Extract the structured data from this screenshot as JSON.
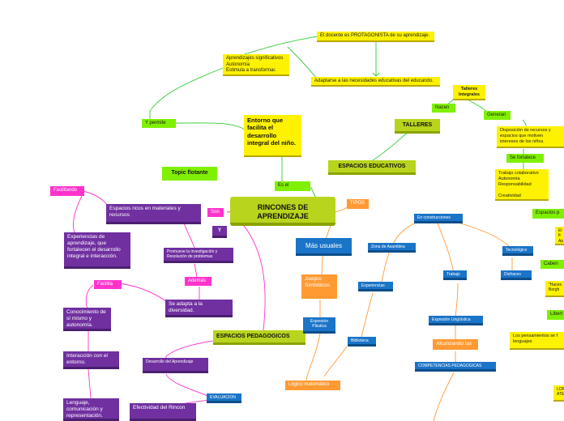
{
  "colors": {
    "yellow": "#fff200",
    "green": "#7ff000",
    "olive": "#b9d41c",
    "purple": "#7030a0",
    "pink": "#ff33cc",
    "blue": "#1a74c8",
    "orange": "#ff9a33"
  },
  "center": "RINCONES DE APRENDIZAJE",
  "top": {
    "protagonista": "El docente es PROTAGONISTA de su aprendizaje.",
    "aprendizajes": "Aprendizajes significativos\nAutonomía\nEstimula a transformar.",
    "adaptarse": "Adaptarse a las necesidades educativas del educando."
  },
  "left": {
    "y_permite": "Y permite",
    "entorno": "Entorno que facilita el desarrollo integral del niño.",
    "topic_flotante": "Topic flotante",
    "es_el": "Es        el",
    "facilitando_1": "Facilitando",
    "espacios_ricos": "Espacios ricos en materiales y recursos",
    "son": "Son",
    "y": "Y",
    "experiencias": "Experiencias de aprendizaje, que fortalecen el desarrollo integral e interacción.",
    "promueve": "Promueve la investigación y Resolución de problemas",
    "ademas": "Además",
    "facilita": "Facilita",
    "se_adapta": "Se adapta a la diversidad.",
    "conocimiento": "Conocimiento de sí mismo y autonomía.",
    "interaccion": "Interacción con el entorno.",
    "lenguaje": "Lenguaje, comunicación y representación.",
    "desarrollo_aprendizaje": "Desarrollo del Aprendizaje",
    "evaluacion": "EVALUACION",
    "efectividad": "Efectividad del Rincon",
    "espacios_pedagogicos": "ESPACIOS PEDAGOGICOS"
  },
  "right": {
    "espacios_educativos": "ESPACIOS EDUCATIVOS",
    "talleres": "TALLERES",
    "nacen": "Nacen",
    "talleres_integrales": "Talleres Integrales",
    "generan": "Generan",
    "disposicion": "Disposición de recursos y espacios que motiven intereses de los niños.",
    "se_fortalece": "Se fortalece",
    "trabajo": "Trabajo colaborativo\nAutonomía\nResponsabilidad\n\nCreatividad",
    "espacios_p": "Espacios p",
    "el_fr": "El\nfr\nAp",
    "caben": "Caben",
    "hacen": "\"Hacen\nBorgh",
    "libert": "Libert",
    "pensamientos": "Los pensamientos se f\nlenguajes",
    "lor": "LOR\nATE"
  },
  "middle": {
    "tipos": "TIPOS",
    "mas_usuales": "Más usuales",
    "juegos": "Juegos Simbólicos",
    "expresion_plastica": "Expresión Plástica",
    "logico": "Lógico matemático",
    "biblioteca": "Biblioteca",
    "experiencias_b": "Experiencias",
    "zona_asamblea": "Zona de Asamblea",
    "en_construccion": "En construcciones",
    "tecnologico": "Tecnológico",
    "disfraces": "Disfraces",
    "trabajo_b": "Trabajo",
    "expresion_linguistica": "Expresión Lingüística",
    "alcanzando": "Alcanzando las",
    "competencias": "COMPETENCIAS PEDAGOGICAS"
  }
}
